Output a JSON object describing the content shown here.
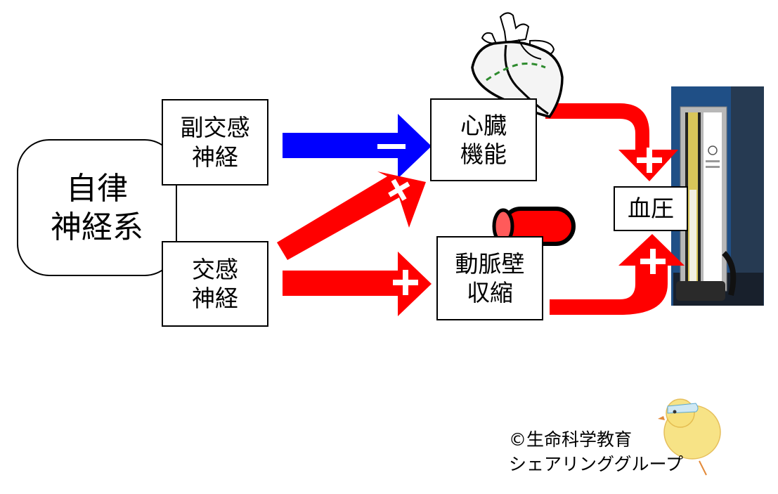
{
  "nodes": {
    "autonomic": {
      "line1": "自律",
      "line2": "神経系"
    },
    "parasympathetic": {
      "line1": "副交感",
      "line2": "神経"
    },
    "sympathetic": {
      "line1": "交感",
      "line2": "神経"
    },
    "cardiac": {
      "line1": "心臓",
      "line2": "機能"
    },
    "arterial": {
      "line1": "動脈壁",
      "line2": "収縮"
    },
    "blood_pressure": {
      "label": "血圧"
    }
  },
  "edges": [
    {
      "from": "parasympathetic",
      "to": "cardiac",
      "sign": "minus",
      "color": "#0000ff"
    },
    {
      "from": "sympathetic",
      "to": "cardiac",
      "sign": "plus",
      "color": "#ff0000"
    },
    {
      "from": "sympathetic",
      "to": "arterial",
      "sign": "plus",
      "color": "#ff0000"
    },
    {
      "from": "cardiac",
      "to": "blood_pressure",
      "sign": "plus",
      "color": "#ff0000"
    },
    {
      "from": "arterial",
      "to": "blood_pressure",
      "sign": "plus",
      "color": "#ff0000"
    }
  ],
  "illustrations": [
    "heart-icon",
    "artery-tube-icon",
    "sphygmomanometer-icon",
    "chick-mascot-icon"
  ],
  "colors": {
    "inhibit": "#0000ff",
    "excite": "#ff0000",
    "heart_vessel_line": "#2e8b2e"
  },
  "copyright": {
    "line1": "©生命科学教育",
    "line2": "シェアリンググループ"
  }
}
